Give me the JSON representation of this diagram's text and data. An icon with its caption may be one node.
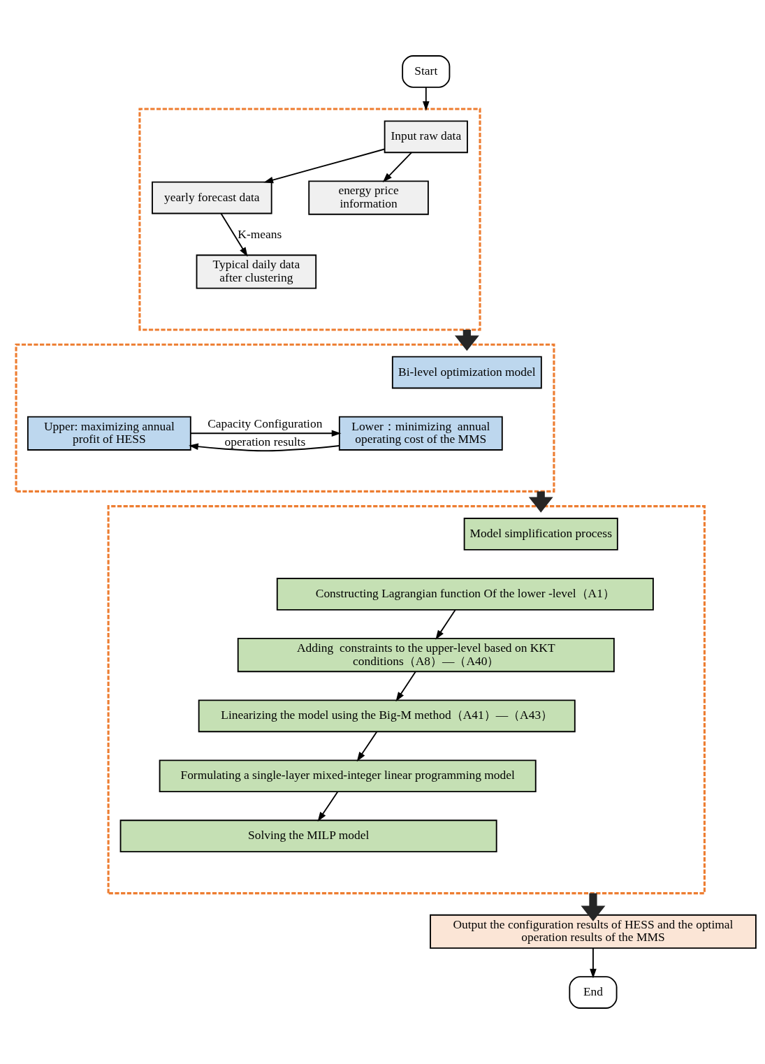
{
  "diagram": {
    "nodes": [
      {
        "text": [
          "Start"
        ]
      },
      {
        "text": [],
        "shape": "box"
      },
      {
        "text": [
          "Input raw data"
        ],
        "in": 1
      },
      {
        "text": [
          "yearly forecast data"
        ],
        "in": 1
      },
      {
        "text": [
          "Typical daily data after clustering"
        ],
        "in": 1
      },
      {
        "text": [
          "energy price information"
        ],
        "in": 1
      },
      {
        "text": [],
        "shape": "box"
      },
      {
        "text": [
          "Bi-level optimization model"
        ],
        "in": 6
      },
      {
        "text": [
          "Upper: maximizing annual profit of HESS"
        ],
        "in": 6
      },
      {
        "text": [
          "Lower：minimizing  annual operating cost of the MMS"
        ],
        "in": 6
      },
      {
        "text": [],
        "shape": "box"
      },
      {
        "text": [
          "Model simplification process"
        ],
        "in": 10
      },
      {
        "text": [
          "Constructing Lagrangian function Of the lower -level（A1）"
        ],
        "in": 10
      },
      {
        "text": [
          "Adding  constraints to the upper-level based on KKT conditions（A8）—（A40）"
        ],
        "in": 10
      },
      {
        "text": [
          "Linearizing the model using the Big-M method（A41）—（A43）"
        ],
        "in": 10
      },
      {
        "text": [
          "Formulating a single-layer mixed-integer linear programming model"
        ],
        "in": 10
      },
      {
        "text": [
          "Solving the MILP model"
        ],
        "in": 10
      },
      {
        "text": [
          "Output the configuration results of HESS and the optimal operation results of the MMS"
        ]
      },
      {
        "text": [
          "End"
        ]
      }
    ],
    "edges": [
      {
        "from": 0,
        "to": 1,
        "arrow": "to"
      },
      {
        "from": 2,
        "to": 3,
        "arrow": "to"
      },
      {
        "from": 2,
        "to": 5,
        "arrow": "to"
      },
      {
        "from": 3,
        "to": 4,
        "arrow": "to",
        "label": "K-means"
      },
      {
        "from": 1,
        "to": 6,
        "arrow": "to",
        "style": "thick"
      },
      {
        "from": 8,
        "to": 9,
        "arrow": "to",
        "label": "Capacity Configuration"
      },
      {
        "from": 9,
        "to": 8,
        "arrow": "to",
        "label": "operation results"
      },
      {
        "from": 6,
        "to": 10,
        "arrow": "to",
        "style": "thick"
      },
      {
        "from": 12,
        "to": 13,
        "arrow": "to"
      },
      {
        "from": 13,
        "to": 14,
        "arrow": "to"
      },
      {
        "from": 14,
        "to": 15,
        "arrow": "to"
      },
      {
        "from": 15,
        "to": 16,
        "arrow": "to"
      },
      {
        "from": 10,
        "to": 17,
        "arrow": "to",
        "style": "thick"
      },
      {
        "from": 17,
        "to": 18,
        "arrow": "to"
      }
    ]
  }
}
